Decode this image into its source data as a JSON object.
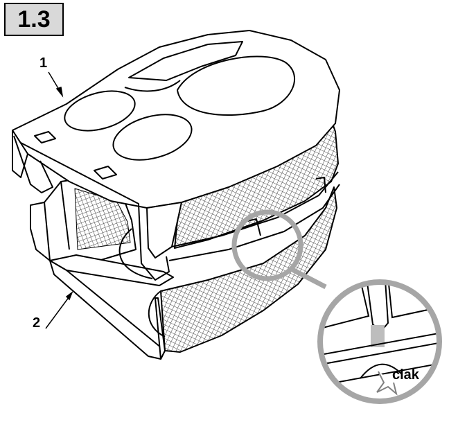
{
  "figure": {
    "label": "1.3"
  },
  "callouts": [
    {
      "number": "1",
      "part": "upper-part"
    },
    {
      "number": "2",
      "part": "lower-part"
    }
  ],
  "detail": {
    "sound_label": "clak"
  },
  "colors": {
    "ink": "#000000",
    "mesh": "#4a4a4a",
    "magnifier": "#a6a6a6",
    "label_bg": "#d9d9d9"
  }
}
